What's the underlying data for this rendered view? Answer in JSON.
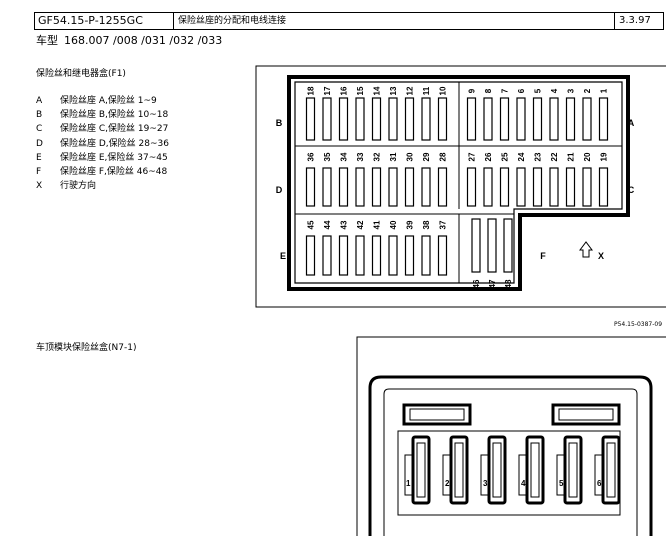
{
  "header": {
    "doc_id": "GF54.15-P-1255GC",
    "title": "保险丝座的分配和电线连接",
    "date": "3.3.97"
  },
  "model": {
    "label": "车型",
    "value": "168.007 /008 /031 /032 /033"
  },
  "section_f1": {
    "title": "保险丝和继电器盒(F1)"
  },
  "legend": [
    {
      "key": "A",
      "text": "保险丝座 A,保险丝 1~9"
    },
    {
      "key": "B",
      "text": "保险丝座 B,保险丝 10~18"
    },
    {
      "key": "C",
      "text": "保险丝座 C,保险丝 19~27"
    },
    {
      "key": "D",
      "text": "保险丝座 D,保险丝 28~36"
    },
    {
      "key": "E",
      "text": "保险丝座 E,保险丝 37~45"
    },
    {
      "key": "F",
      "text": "保险丝座 F,保险丝 46~48"
    },
    {
      "key": "X",
      "text": "行驶方向"
    }
  ],
  "diagram_f1": {
    "zone_labels": {
      "A": "A",
      "B": "B",
      "C": "C",
      "D": "D",
      "E": "E",
      "F": "F",
      "X": "X"
    },
    "row_b_numbers": [
      "18",
      "17",
      "16",
      "15",
      "14",
      "13",
      "12",
      "11",
      "10"
    ],
    "row_a_numbers": [
      "9",
      "8",
      "7",
      "6",
      "5",
      "4",
      "3",
      "2",
      "1"
    ],
    "row_d_numbers": [
      "36",
      "35",
      "34",
      "33",
      "32",
      "31",
      "30",
      "29",
      "28"
    ],
    "row_c_numbers": [
      "27",
      "26",
      "25",
      "24",
      "23",
      "22",
      "21",
      "20",
      "19"
    ],
    "row_e_numbers": [
      "45",
      "44",
      "43",
      "42",
      "41",
      "40",
      "39",
      "38",
      "37"
    ],
    "row_f_numbers": [
      "46",
      "47",
      "48"
    ],
    "figure_ref": "P54.15-0387-09"
  },
  "section_n7": {
    "title": "车顶模块保险丝盒(N7-1)"
  },
  "diagram_n7": {
    "fuse_numbers": [
      "1",
      "2",
      "3",
      "4",
      "5",
      "6"
    ]
  }
}
